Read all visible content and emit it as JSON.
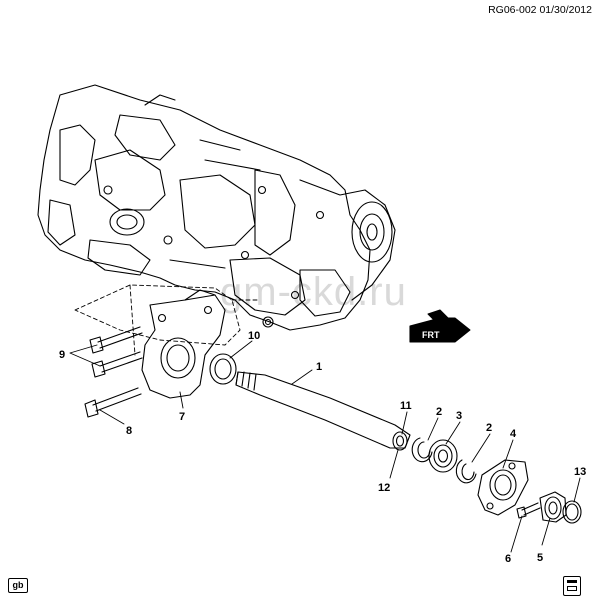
{
  "header": {
    "reference": "RG06-002 01/30/2012"
  },
  "watermark": "gm-ckd.ru",
  "direction_marker": {
    "label": "FRT"
  },
  "footer": {
    "badge": "gb",
    "doc_icon": "document-icon"
  },
  "callouts": {
    "c1": "1",
    "c2a": "2",
    "c2b": "2",
    "c3": "3",
    "c4": "4",
    "c5": "5",
    "c6": "6",
    "c7": "7",
    "c8": "8",
    "c9": "9",
    "c10": "10",
    "c11": "11",
    "c12": "12",
    "c13": "13"
  }
}
